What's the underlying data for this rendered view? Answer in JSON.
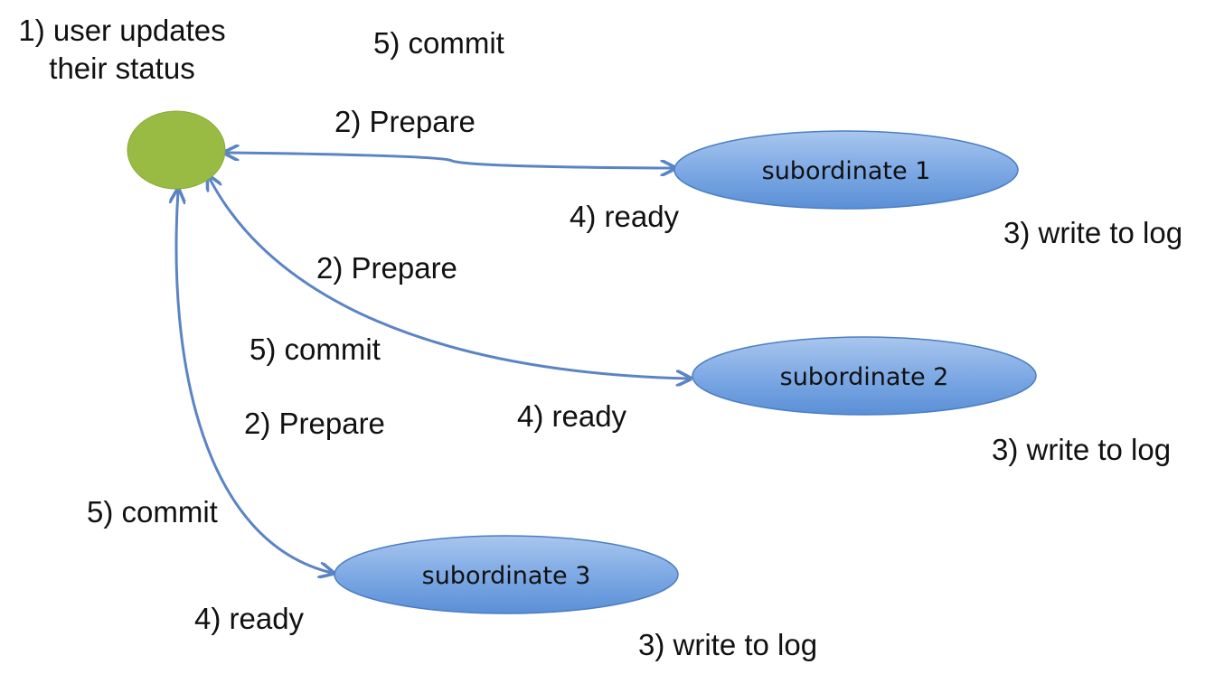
{
  "coordinator": {
    "label_line1": "1) user updates",
    "label_line2": "their status",
    "color": "#99bb44"
  },
  "subordinates": [
    {
      "label": "subordinate 1",
      "prepare": "2) Prepare",
      "commit": "5) commit",
      "ready": "4) ready",
      "log": "3) write to log"
    },
    {
      "label": "subordinate 2",
      "prepare": "2) Prepare",
      "commit": "5) commit",
      "ready": "4) ready",
      "log": "3) write to log"
    },
    {
      "label": "subordinate 3",
      "prepare": "2) Prepare",
      "commit": "5) commit",
      "ready": "4) ready",
      "log": "3) write to log"
    }
  ],
  "colors": {
    "node_fill_light": "#a9c6ee",
    "node_fill_dark": "#5b8fd6",
    "node_stroke": "#4a7ec4",
    "arrow": "#5b84c4"
  }
}
